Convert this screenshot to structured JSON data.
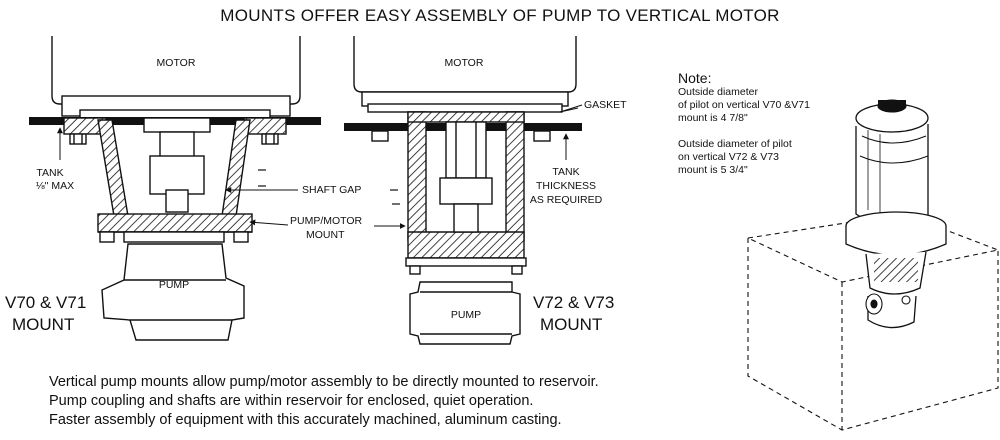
{
  "title": "MOUNTS OFFER EASY ASSEMBLY OF PUMP TO VERTICAL MOTOR",
  "left_mount": {
    "motor_label": "MOTOR",
    "pump_label": "PUMP",
    "tank_label_line1": "TANK",
    "tank_label_line2": "⅛\" MAX",
    "shaft_gap_label": "SHAFT GAP",
    "pump_motor_line1": "PUMP/MOTOR",
    "pump_motor_line2": "MOUNT",
    "model_line1": "V70 & V71",
    "model_line2": "MOUNT"
  },
  "right_mount": {
    "motor_label": "MOTOR",
    "pump_label": "PUMP",
    "gasket_label": "GASKET",
    "tank_line1": "TANK",
    "tank_line2": "THICKNESS",
    "tank_line3": "AS REQUIRED",
    "model_line1": "V72 & V73",
    "model_line2": "MOUNT"
  },
  "note": {
    "heading": "Note:",
    "lines_a": [
      "Outside diameter",
      "of pilot on vertical V70 &V71",
      "mount is 4  7/8\""
    ],
    "lines_b": [
      "Outside diameter of pilot",
      "on vertical V72 & V73",
      "mount is 5  3/4\""
    ]
  },
  "caption": [
    "Vertical pump mounts allow pump/motor assembly to be directly mounted to reservoir.",
    "Pump coupling and shafts are within reservoir for enclosed, quiet operation.",
    "Faster assembly of equipment with this accurately machined, aluminum casting."
  ]
}
